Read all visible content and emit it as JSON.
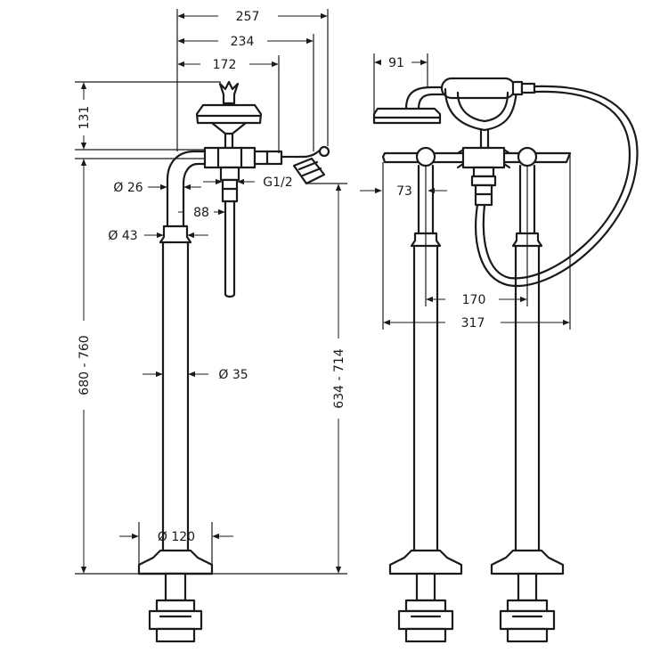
{
  "dimensions": {
    "top_width_257": "257",
    "top_width_234": "234",
    "top_width_172": "172",
    "handshower_head_91": "91",
    "height_131": "131",
    "pipe_dia_26": "Ø 26",
    "thread_g12": "G1/2",
    "spout_88": "88",
    "collar_dia_43": "Ø 43",
    "riser_dia_35": "Ø 35",
    "base_dia_120": "Ø 120",
    "height_680_760": "680 - 760",
    "height_634_714": "634 - 714",
    "offset_73": "73",
    "spacing_170": "170",
    "spacing_317": "317"
  },
  "colors": {
    "line": "#1a1a1a",
    "background": "#ffffff"
  }
}
